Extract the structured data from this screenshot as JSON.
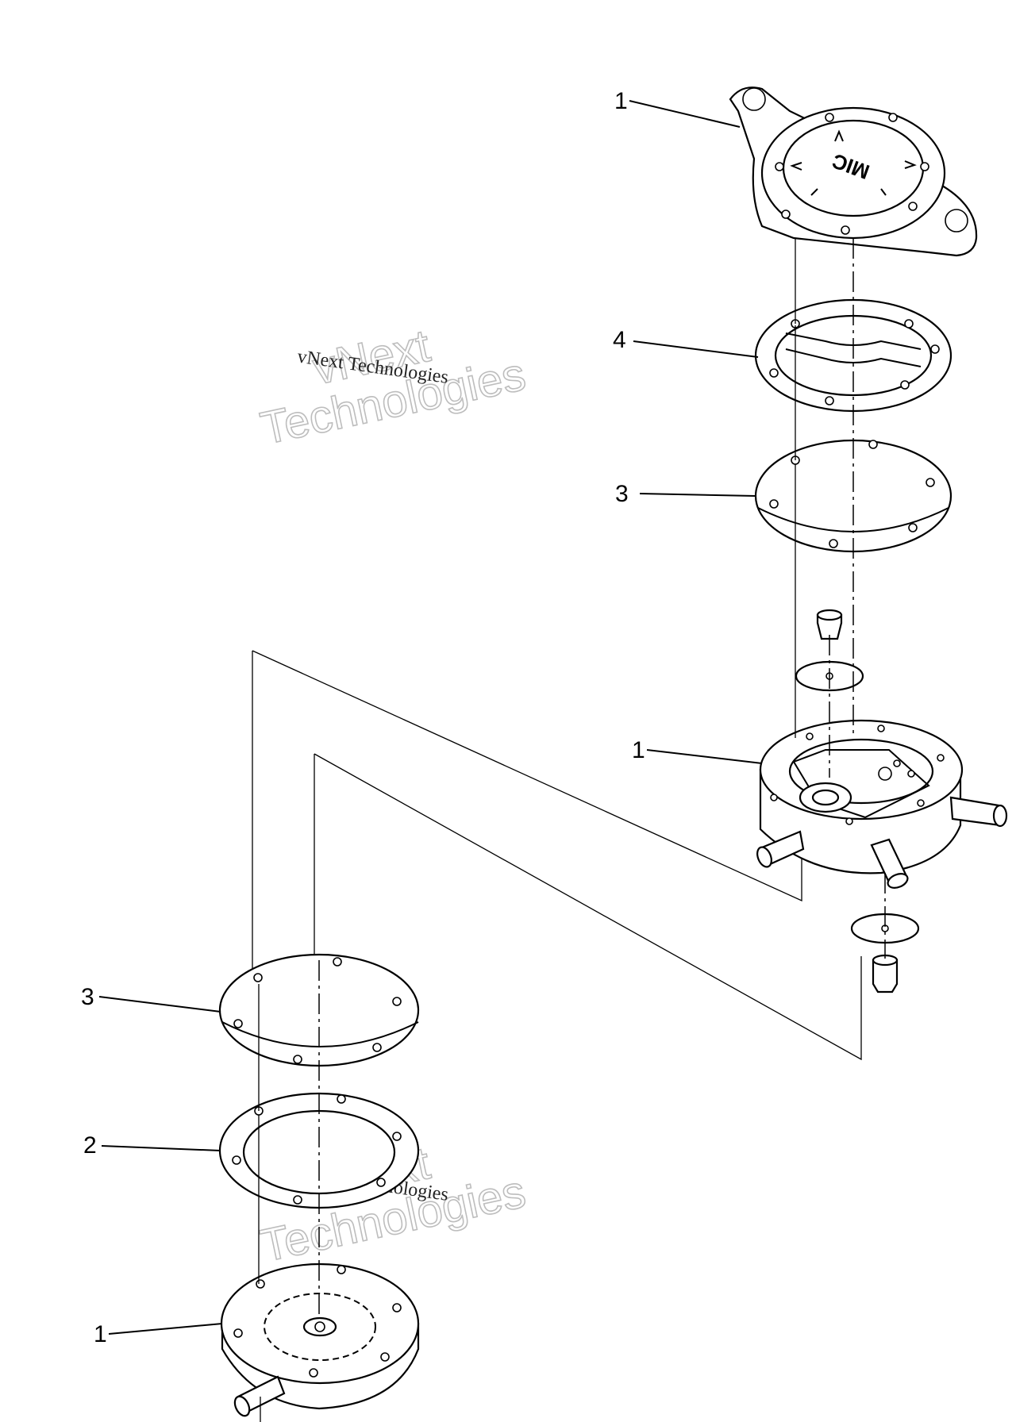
{
  "callouts": [
    {
      "id": "top-cover-1",
      "text": "1"
    },
    {
      "id": "gasket-4",
      "text": "4"
    },
    {
      "id": "diaphragm-3-upper",
      "text": "3"
    },
    {
      "id": "pump-body-1",
      "text": "1"
    },
    {
      "id": "diaphragm-3-lower",
      "text": "3"
    },
    {
      "id": "gasket-2",
      "text": "2"
    },
    {
      "id": "base-cover-1",
      "text": "1"
    }
  ],
  "cover_marking": "MIC",
  "watermarks": [
    {
      "outline_line1": "vNext",
      "outline_line2": "Technologies",
      "plain": "vNext Technologies"
    },
    {
      "outline_line1": "vNext",
      "outline_line2": "Technologies",
      "plain": "vNext Technologies"
    }
  ]
}
